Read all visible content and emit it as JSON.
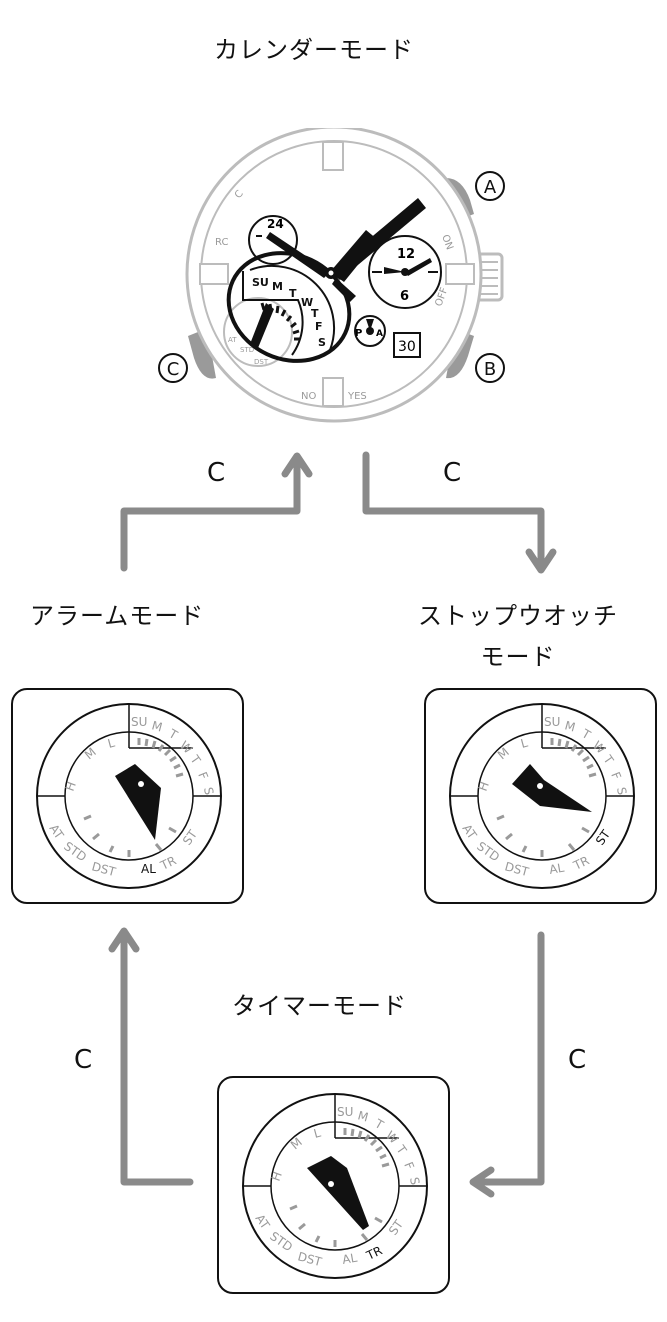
{
  "modes": {
    "calendar": "カレンダーモード",
    "alarm": "アラームモード",
    "stopwatch_line1": "ストップウオッチ",
    "stopwatch_line2": "モード",
    "timer": "タイマーモード"
  },
  "button_label": "C",
  "buttons": {
    "a": "A",
    "b": "B",
    "c": "C"
  },
  "bezel": {
    "c": "C",
    "rc": "RC",
    "on": "ON",
    "off": "OFF",
    "no": "NO",
    "yes": "YES"
  },
  "subdial_24": "24",
  "subdial_right": {
    "top": "12",
    "bottom": "6"
  },
  "power_dial": {
    "p": "P",
    "a": "A"
  },
  "date": "30",
  "days": [
    "SU",
    "M",
    "T",
    "W",
    "T",
    "F",
    "S"
  ],
  "mode_dial": {
    "h": "H",
    "m": "M",
    "l": "L",
    "at": "AT",
    "std": "STD",
    "dst": "DST",
    "al": "AL",
    "tr": "TR",
    "st": "ST"
  },
  "colors": {
    "gray": "#8a8a8a",
    "light_gray": "#bcbcbc",
    "black": "#111111"
  }
}
